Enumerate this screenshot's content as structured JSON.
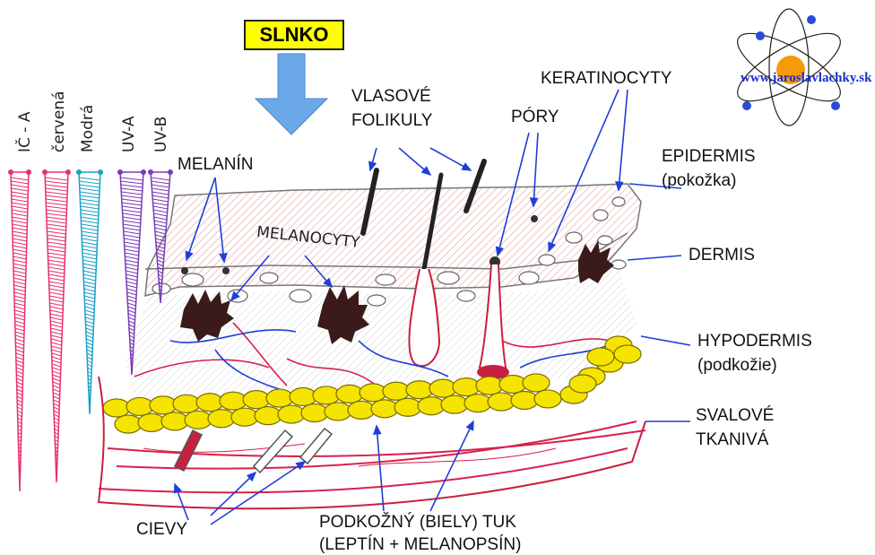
{
  "sun": {
    "label": "SLNKO",
    "badge_color": "#ffff00",
    "arrow_color": "#6aa8e8"
  },
  "logo": {
    "site": "www.jaroslavlachky.sk"
  },
  "spectrum": [
    {
      "label": "IČ - A",
      "color": "#e8306a"
    },
    {
      "label": "červená",
      "color": "#e8306a"
    },
    {
      "label": "Modrá",
      "color": "#1aa0c8"
    },
    {
      "label": "UV-A",
      "color": "#7a3ab8"
    },
    {
      "label": "UV-B",
      "color": "#7a3ab8"
    }
  ],
  "labels": {
    "melanin": "MELANÍN",
    "melanocyty": "MELANOCYTY",
    "vlasove": "VLASOVÉ",
    "folikuly": "FOLIKULY",
    "pory": "PÓRY",
    "keratinocyty": "KERATINOCYTY",
    "epidermis": "EPIDERMIS",
    "pokozka": "(pokožka)",
    "dermis": "DERMIS",
    "hypodermis": "HYPODERMIS",
    "podkozie": "(podkožie)",
    "svalove": "SVALOVÉ",
    "tkaniva": "TKANIVÁ",
    "cievy": "CIEVY",
    "tuk1": "PODKOŽNÝ (BIELY) TUK",
    "tuk2": "(LEPTÍN + MELANOPSÍN)"
  },
  "colors": {
    "pointer": "#1e3fd8",
    "fat": "#f4e400",
    "melanocyte": "#3a1a1a",
    "vessel": "#d8204a"
  }
}
